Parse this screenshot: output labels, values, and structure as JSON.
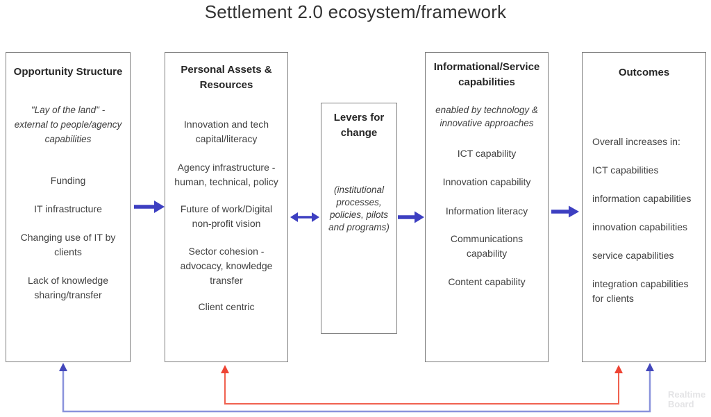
{
  "title": "Settlement 2.0 ecosystem/framework",
  "colors": {
    "arrow_blue": "#3d3fc1",
    "feedback_blue_line": "#8a93dc",
    "feedback_blue_head": "#4347bb",
    "feedback_red_line": "#f0614f",
    "feedback_red_head": "#ee4434"
  },
  "boxes": {
    "opportunity": {
      "title": "Opportunity Structure",
      "subtitle": "\"Lay of the land\" - external to people/agency capabilities",
      "items": [
        "Funding",
        "IT infrastructure",
        "Changing use of IT by clients",
        "Lack of knowledge sharing/transfer"
      ]
    },
    "assets": {
      "title": "Personal Assets & Resources",
      "items": [
        "Innovation and tech capital/literacy",
        "Agency infrastructure - human, technical, policy",
        "Future of work/Digital non-profit vision",
        "Sector cohesion - advocacy, knowledge transfer",
        "Client centric"
      ]
    },
    "levers": {
      "title": "Levers for change",
      "subtitle": "(institutional processes, policies, pilots and programs)"
    },
    "capabilities": {
      "title": "Informational/Service capabilities",
      "subtitle": "enabled by technology & innovative approaches",
      "items": [
        "ICT capability",
        "Innovation capability",
        "Information literacy",
        "Communications capability",
        "Content capability"
      ]
    },
    "outcomes": {
      "title": "Outcomes",
      "items": [
        "Overall increases in:",
        "ICT capabilities",
        "information capabilities",
        "innovation capabilities",
        "service capabilities",
        "integration capabilities for clients"
      ]
    }
  },
  "watermark": {
    "line1": "Realtime",
    "line2": "Board"
  }
}
